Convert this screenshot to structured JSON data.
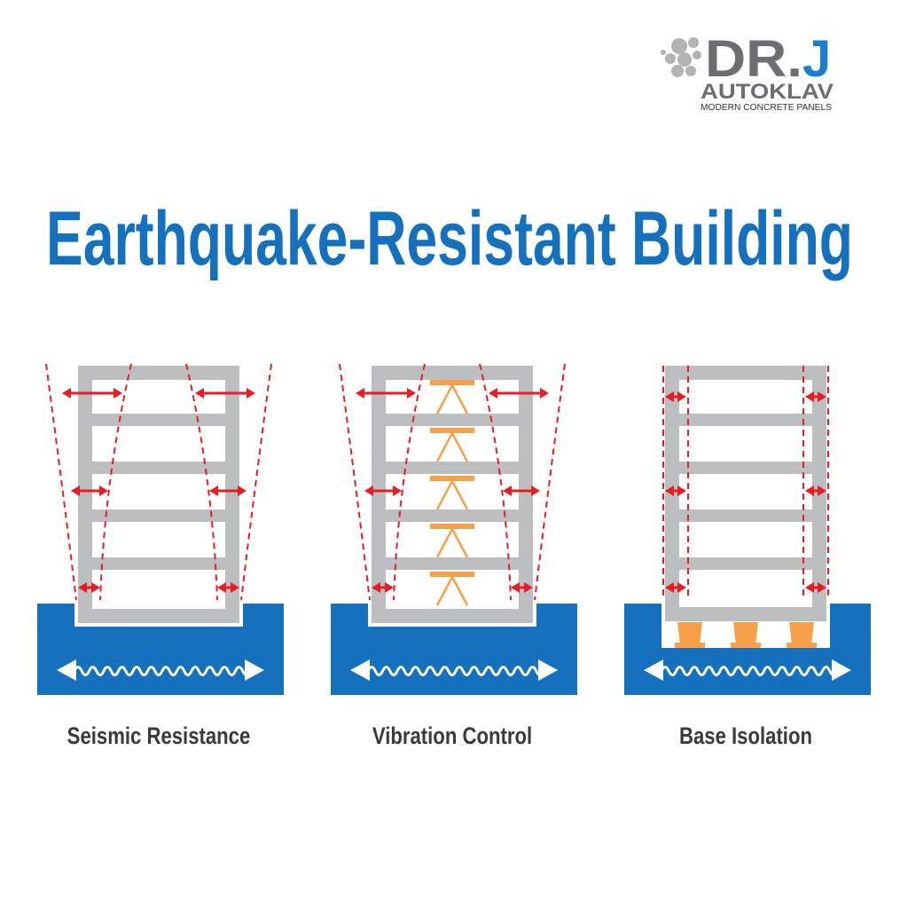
{
  "logo": {
    "main": "DR.J",
    "brand": "AUTOKLAV",
    "tagline": "MODERN CONCRETE PANELS"
  },
  "title": "Earthquake-Resistant Building",
  "panels": [
    {
      "label": "Seismic Resistance",
      "type": "seismic"
    },
    {
      "label": "Vibration Control",
      "type": "damper"
    },
    {
      "label": "Base Isolation",
      "type": "isolation"
    }
  ],
  "colors": {
    "blue": "#1570bd",
    "gray": "#bcbec0",
    "red": "#e31e24",
    "orange": "#f7a049",
    "text": "#3a3a3a",
    "logo_gray": "#6d6e71"
  }
}
